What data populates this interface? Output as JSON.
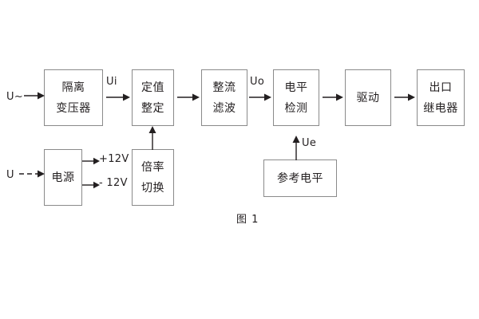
{
  "diagram": {
    "caption": "图 1",
    "blocks": [
      {
        "id": "isolation-transformer",
        "lines": [
          "隔离",
          "变压器"
        ]
      },
      {
        "id": "setting-value",
        "lines": [
          "定值",
          "整定"
        ]
      },
      {
        "id": "rectifier-filter",
        "lines": [
          "整流",
          "滤波"
        ]
      },
      {
        "id": "level-detection",
        "lines": [
          "电平",
          "检测"
        ]
      },
      {
        "id": "drive",
        "lines": [
          "驱动"
        ]
      },
      {
        "id": "output-relay",
        "lines": [
          "出口",
          "继电器"
        ]
      },
      {
        "id": "power-supply",
        "lines": [
          "电源"
        ]
      },
      {
        "id": "multiplier-switch",
        "lines": [
          "倍率",
          "切换"
        ]
      },
      {
        "id": "reference-level",
        "lines": [
          "参考电平"
        ]
      }
    ],
    "signals": {
      "ac_input": "U~",
      "dc_input": "U",
      "ui": "Ui",
      "uo": "Uo",
      "ue": "Ue",
      "rail_positive": "+12V",
      "rail_negative": "- 12V"
    },
    "colors": {
      "border": "#8a8a8a",
      "text": "#231f20",
      "background": "#ffffff"
    }
  }
}
